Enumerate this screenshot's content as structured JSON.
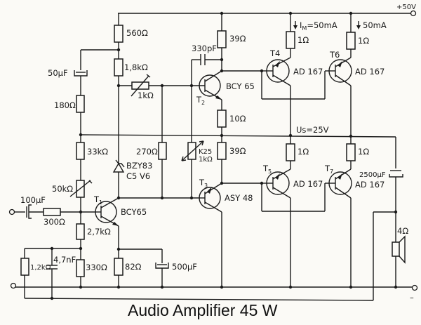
{
  "title": "Audio Amplifier 45 W",
  "supply": {
    "label": "+50V",
    "mid_label": "Us=25V",
    "ground_label": "–"
  },
  "currents": {
    "t4": "I",
    "t4_sub": "M",
    "t4_val": "=50mA",
    "t6": "50mA"
  },
  "resistors": {
    "r560": "560Ω",
    "r1k8": "1,8kΩ",
    "r1k_pot": "1kΩ",
    "r180": "180Ω",
    "r33k": "33kΩ",
    "r50k": "50kΩ",
    "r300": "300Ω",
    "r2k7": "2,7kΩ",
    "r1k2": "1,2kΩ",
    "r330": "330Ω",
    "r82": "82Ω",
    "r270": "270Ω",
    "rK25": "K25",
    "rK25_val": "1kΩ",
    "r39_top": "39Ω",
    "r10": "10Ω",
    "r39_bot": "39Ω",
    "r1_t4": "1Ω",
    "r1_t6": "1Ω",
    "r1_t5": "1Ω",
    "r1_t7": "1Ω"
  },
  "capacitors": {
    "c50u": "50µF",
    "c330p": "330pF",
    "c100u": "100µF",
    "c4n7": "4,7nF",
    "c500u": "500µF",
    "c2500u": "2500µF"
  },
  "diode": {
    "name": "BZY83",
    "code": "C5 V6"
  },
  "transistors": {
    "t1": {
      "ref": "T",
      "sub": "1",
      "part": "BCY65"
    },
    "t2": {
      "ref": "T",
      "sub": "2",
      "part": "BCY 65"
    },
    "t3": {
      "ref": "T",
      "sub": "3",
      "part": "ASY 48"
    },
    "t4": {
      "ref": "T4",
      "part": "AD 167"
    },
    "t5": {
      "ref": "T",
      "sub": "5",
      "part": "AD 167"
    },
    "t6": {
      "ref": "T6",
      "part": "AD 167"
    },
    "t7": {
      "ref": "T",
      "sub": "7",
      "part": "AD 167"
    }
  },
  "speaker": {
    "label": "4Ω"
  }
}
